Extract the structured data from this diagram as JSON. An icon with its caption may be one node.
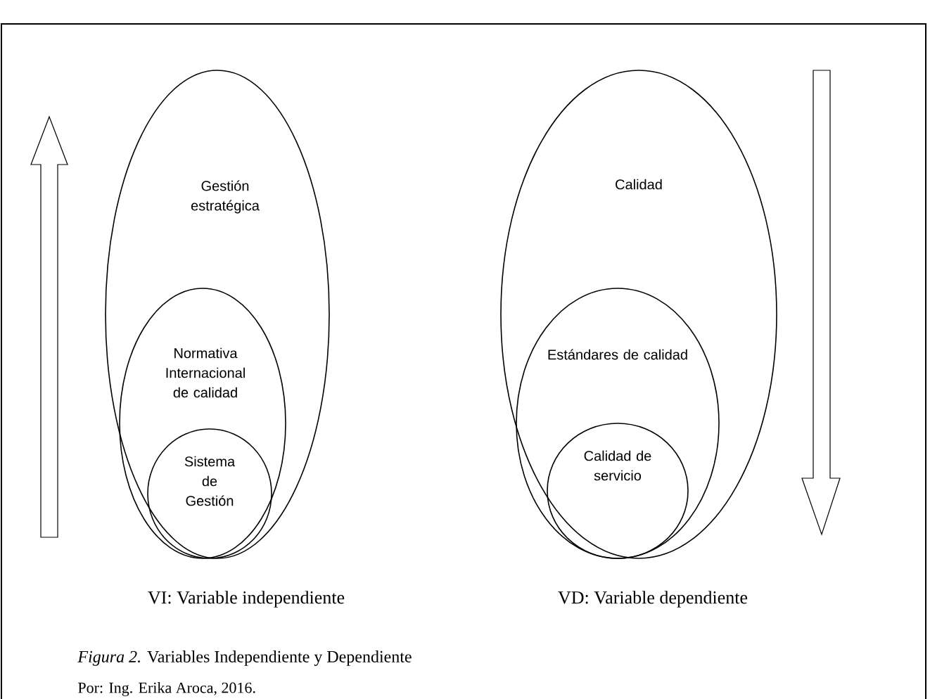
{
  "diagram": {
    "caption": "*Figura 2.* Variables Independiente y Dependiente",
    "nodes": [
      {
        "text": [
          "Gestión estratégica"
        ]
      },
      {
        "text": [
          "Normativa Internacional de calidad"
        ],
        "in": 0
      },
      {
        "text": [
          "Sistema de Gestión"
        ],
        "in": 1
      },
      {
        "text": [
          "Calidad"
        ]
      },
      {
        "text": [
          "Estándares de calidad"
        ],
        "in": 3
      },
      {
        "text": [
          "Calidad de servicio"
        ],
        "in": 4
      }
    ],
    "edges": [],
    "labels": [
      "VI: Variable independiente",
      "VD: Variable dependiente",
      "Por: Ing. Erika Aroca, 2016."
    ]
  }
}
